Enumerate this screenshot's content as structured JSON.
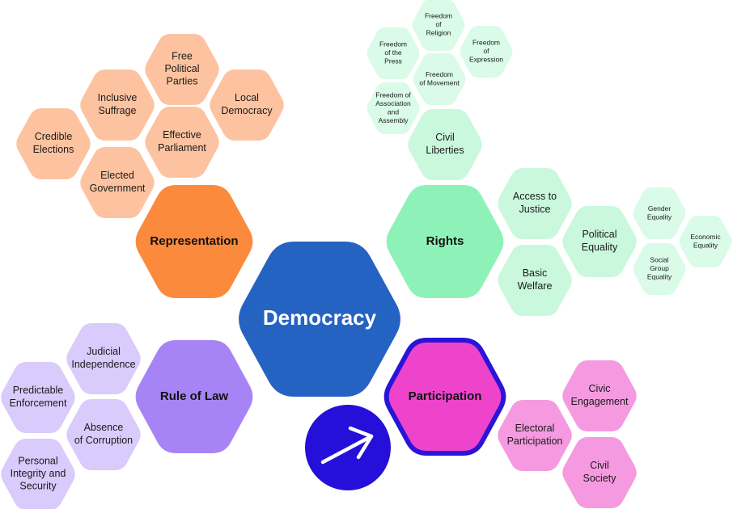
{
  "colors": {
    "center": "#2563c2",
    "representation": {
      "main": "#fb8a3c",
      "sub": "#fdc3a0"
    },
    "rights": {
      "main": "#8ef2b8",
      "sub": "#c9f8dd",
      "leaf": "#d9fbe8"
    },
    "rule_of_law": {
      "main": "#a784f6",
      "sub": "#d9cbfb"
    },
    "participation": {
      "main": "#ee44cc",
      "ring": "#2a14d8",
      "sub": "#f59ae0"
    },
    "badge": "#2410d9"
  },
  "center": {
    "label": "Democracy"
  },
  "badge": {
    "icon": "arrow-up-right-icon"
  },
  "representation": {
    "label": "Representation",
    "children": [
      {
        "id": "free-political-parties",
        "lines": [
          "Free",
          "Political",
          "Parties"
        ]
      },
      {
        "id": "inclusive-suffrage",
        "lines": [
          "Inclusive",
          "Suffrage"
        ]
      },
      {
        "id": "local-democracy",
        "lines": [
          "Local",
          "Democracy"
        ]
      },
      {
        "id": "credible-elections",
        "lines": [
          "Credible",
          "Elections"
        ]
      },
      {
        "id": "effective-parliament",
        "lines": [
          "Effective",
          "Parliament"
        ]
      },
      {
        "id": "elected-government",
        "lines": [
          "Elected",
          "Government"
        ]
      }
    ]
  },
  "rights": {
    "label": "Rights",
    "children": [
      {
        "id": "civil-liberties",
        "lines": [
          "Civil",
          "Liberties"
        ]
      },
      {
        "id": "access-to-justice",
        "lines": [
          "Access to",
          "Justice"
        ]
      },
      {
        "id": "political-equality",
        "lines": [
          "Political",
          "Equality"
        ]
      },
      {
        "id": "basic-welfare",
        "lines": [
          "Basic",
          "Welfare"
        ]
      }
    ],
    "civil_liberties_children": [
      {
        "id": "freedom-of-religion",
        "lines": [
          "Freedom",
          "of",
          "Religion"
        ]
      },
      {
        "id": "freedom-of-the-press",
        "lines": [
          "Freedom",
          "of the",
          "Press"
        ]
      },
      {
        "id": "freedom-of-expression",
        "lines": [
          "Freedom",
          "of",
          "Expression"
        ]
      },
      {
        "id": "freedom-of-movement",
        "lines": [
          "Freedom",
          "of Movement"
        ]
      },
      {
        "id": "freedom-of-association-and-assembly",
        "lines": [
          "Freedom of",
          "Association",
          "and",
          "Assembly"
        ]
      }
    ],
    "political_equality_children": [
      {
        "id": "gender-equality",
        "lines": [
          "Gender",
          "Equality"
        ]
      },
      {
        "id": "economic-equality",
        "lines": [
          "Economic",
          "Equality"
        ]
      },
      {
        "id": "social-group-equality",
        "lines": [
          "Social",
          "Group",
          "Equality"
        ]
      }
    ]
  },
  "rule_of_law": {
    "label": "Rule of Law",
    "children": [
      {
        "id": "judicial-independence",
        "lines": [
          "Judicial",
          "Independence"
        ]
      },
      {
        "id": "predictable-enforcement",
        "lines": [
          "Predictable",
          "Enforcement"
        ]
      },
      {
        "id": "absence-of-corruption",
        "lines": [
          "Absence",
          "of Corruption"
        ]
      },
      {
        "id": "personal-integrity-and-security",
        "lines": [
          "Personal",
          "Integrity and",
          "Security"
        ]
      }
    ]
  },
  "participation": {
    "label": "Participation",
    "children": [
      {
        "id": "civic-engagement",
        "lines": [
          "Civic",
          "Engagement"
        ]
      },
      {
        "id": "electoral-participation",
        "lines": [
          "Electoral",
          "Participation"
        ]
      },
      {
        "id": "civil-society",
        "lines": [
          "Civil",
          "Society"
        ]
      }
    ]
  }
}
